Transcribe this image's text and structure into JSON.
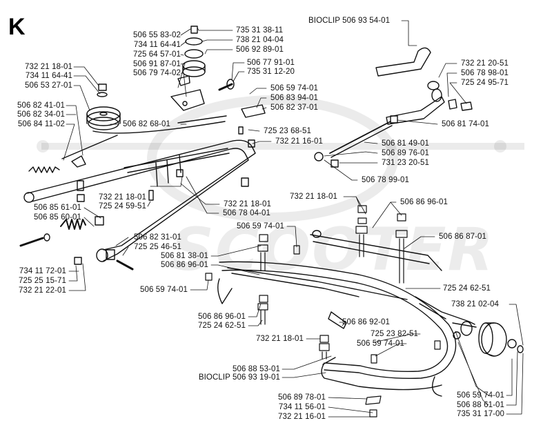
{
  "section_letter": "K",
  "watermark_text": "SCOOTER",
  "labels": {
    "p1": "506 55 83-02",
    "p2": "734 11 64-41",
    "p3": "725 64 57-01",
    "p4": "506 91 87-01",
    "p5": "506 79 74-02",
    "p6": "735 31 38-11",
    "p7": "738 21 04-04",
    "p8": "506 92 89-01",
    "p9": "506 77 91-01",
    "p10": "735 31 12-20",
    "p11": "732 21 18-01",
    "p12": "734 11 64-41",
    "p13": "506 53 27-01",
    "p14": "506 82 41-01",
    "p15": "506 82 34-01",
    "p16": "506 84 11-02",
    "p17": "506 82 68-01",
    "p18": "506 59 74-01",
    "p19": "506 83 94-01",
    "p20": "506 82 37-01",
    "p21": "725 23 68-51",
    "p22": "732 21 16-01",
    "p23": "BIOCLIP 506 93 54-01",
    "p24": "732 21 20-51",
    "p25": "506 78 98-01",
    "p26": "725 24 95-71",
    "p27": "506 81 74-01",
    "p28": "506 81 49-01",
    "p29": "506 89 76-01",
    "p30": "731 23 20-51",
    "p31": "506 78 99-01",
    "p32": "732 21 18-01",
    "p33": "725 24 59-51",
    "p34": "732 21 18-01",
    "p35": "506 78 04-01",
    "p36": "506 85 61-01",
    "p37": "506 85 60-01",
    "p38": "732 21 18-01",
    "p39": "506 86 96-01",
    "p40": "506 59 74-01",
    "p41": "506 86 87-01",
    "p42": "506 82 31-01",
    "p43": "725 25 46-51",
    "p44": "506 81 38-01",
    "p45": "506 86 96-01",
    "p46": "734 11 72-01",
    "p47": "725 25 15-71",
    "p48": "732 21 22-01",
    "p49": "506 59 74-01",
    "p50": "725 24 62-51",
    "p51": "738 21 02-04",
    "p52": "506 86 96-01",
    "p53": "725 24 62-51",
    "p54": "506 86 92-01",
    "p55": "725 23 82-51",
    "p56": "732 21 18-01",
    "p57": "506 59 74-01",
    "p58": "506 88 53-01",
    "p59": "BIOCLIP 506 93 19-01",
    "p60": "506 89 78-01",
    "p61": "734 11 56-01",
    "p62": "732 21 16-01",
    "p63": "506 59 74-01",
    "p64": "506 88 61-01",
    "p65": "735 31 17-00"
  }
}
